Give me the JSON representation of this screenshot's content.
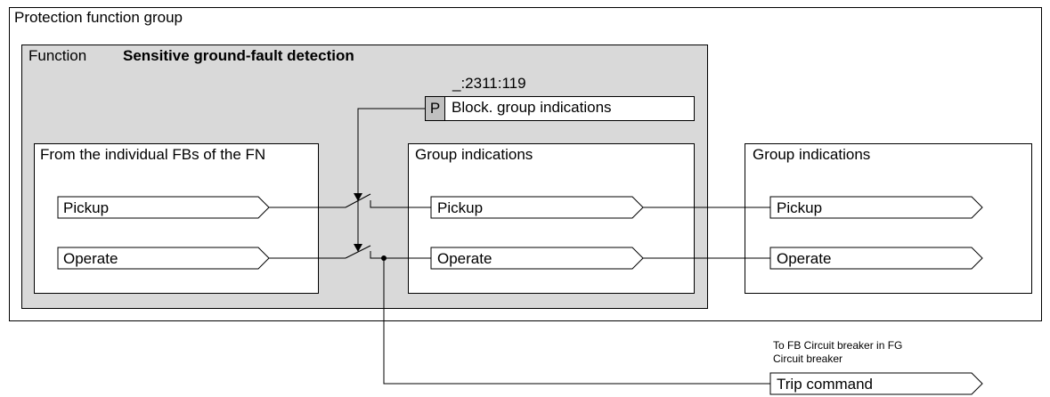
{
  "diagram": {
    "outer_group_label": "Protection function group",
    "function": {
      "prefix": "Function",
      "name": "Sensitive ground-fault detection"
    },
    "parameter": {
      "address": "_:2311:119",
      "badge": "P",
      "label": "Block. group indications"
    },
    "source_box": {
      "title": "From the individual FBs of the FN",
      "signals": [
        "Pickup",
        "Operate"
      ]
    },
    "function_group_indications": {
      "title": "Group indications",
      "signals": [
        "Pickup",
        "Operate"
      ]
    },
    "fg_group_indications": {
      "title": "Group indications",
      "signals": [
        "Pickup",
        "Operate"
      ]
    },
    "trip": {
      "note_line1": "To FB Circuit breaker in FG",
      "note_line2": "Circuit breaker",
      "label": "Trip command"
    },
    "colors": {
      "function_background": "#d9d9d9",
      "parameter_badge_background": "#c0c0c0",
      "line": "#000000"
    }
  }
}
